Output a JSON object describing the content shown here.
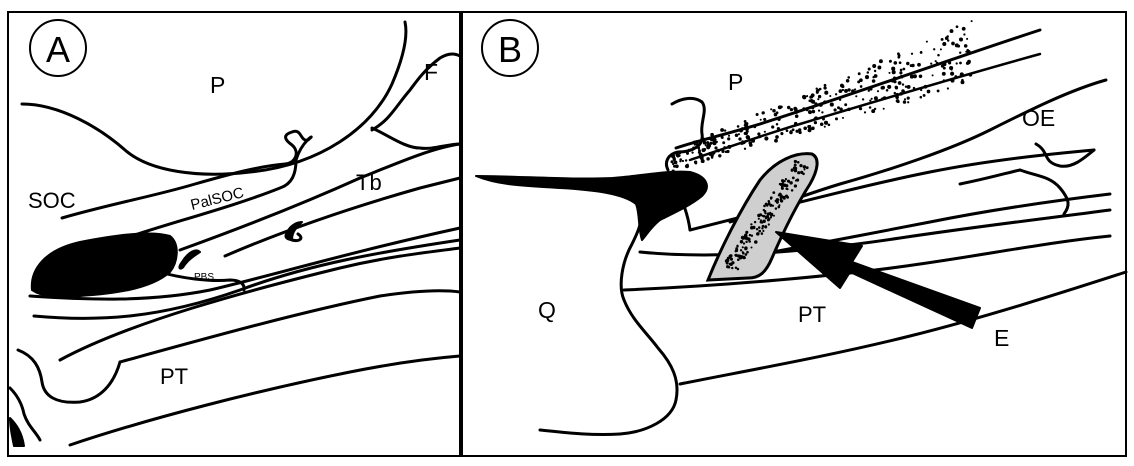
{
  "panel_a": {
    "letter": "A",
    "labels": {
      "p": "P",
      "f": "F",
      "soc": "SOC",
      "palsoc": "PalSOC",
      "tb": "Tb",
      "pbs": "PBS",
      "pt": "PT"
    }
  },
  "panel_b": {
    "letter": "B",
    "labels": {
      "p": "P",
      "oe": "OE",
      "q": "Q",
      "pt": "PT",
      "e": "E"
    }
  }
}
